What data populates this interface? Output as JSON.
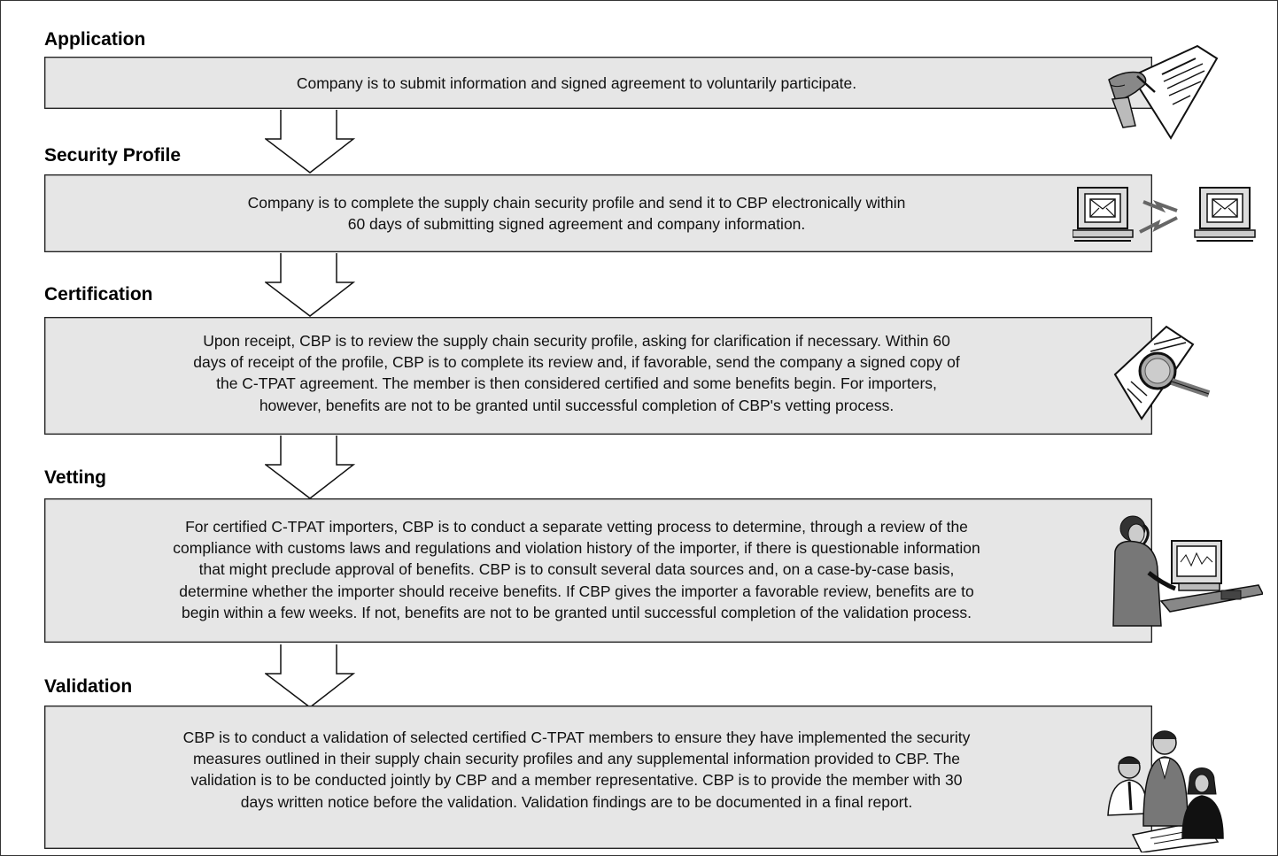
{
  "stages": [
    {
      "title": "Application",
      "text": "Company is to submit information and signed agreement to voluntarily participate.",
      "icon": "signing-document-icon"
    },
    {
      "title": "Security Profile",
      "text": "Company is to complete the supply chain security profile and send it to CBP electronically within\n60 days of submitting signed agreement and company information.",
      "icon": "networked-computers-icon"
    },
    {
      "title": "Certification",
      "text": "Upon receipt, CBP is to review the supply chain security profile, asking for clarification if necessary.  Within 60\ndays of receipt of the profile, CBP is to complete its review and, if favorable, send the company a signed copy of\nthe C-TPAT agreement.  The member is then considered certified and some benefits begin.  For importers,\nhowever, benefits are not to be granted until successful completion of CBP's vetting process.",
      "icon": "magnifying-glass-document-icon"
    },
    {
      "title": "Vetting",
      "text": "For certified C-TPAT importers, CBP is to conduct a separate vetting process to determine, through a review of the\ncompliance with customs laws and regulations and violation history of the importer, if there is questionable information\nthat might preclude approval of benefits.  CBP is to consult several data sources and, on a case-by-case basis,\ndetermine whether the importer should receive benefits.  If CBP gives the importer a favorable review, benefits are to\nbegin within a few weeks.  If not, benefits are not to be granted until successful completion of the validation process.",
      "icon": "person-at-computer-icon"
    },
    {
      "title": "Validation",
      "text": "CBP is to conduct a validation of selected certified C-TPAT members to ensure they have implemented the security\nmeasures outlined in their supply chain security profiles and any supplemental information provided to CBP. The\nvalidation is to be conducted jointly by CBP and a member representative. CBP is to provide the member with 30\ndays written notice before the validation. Validation findings are to be documented in a final report.",
      "icon": "group-meeting-icon"
    }
  ],
  "colors": {
    "box_fill": "#e6e6e6",
    "border": "#222222",
    "background": "#ffffff"
  }
}
